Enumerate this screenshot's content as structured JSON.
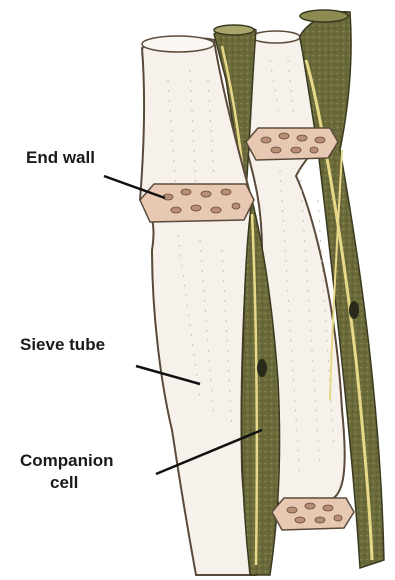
{
  "labels": {
    "end_wall": "End wall",
    "sieve_tube": "Sieve tube",
    "companion_line1": "Companion",
    "companion_line2": "cell"
  },
  "colors": {
    "tube_fill": "#f6f1ea",
    "tube_outline": "#5a4a3a",
    "sieve_plate": "#e7c9b3",
    "sieve_pore": "#b88f76",
    "companion_green": "#6b6a3a",
    "companion_rim": "#e8d98a",
    "nucleus": "#2a2a1a"
  }
}
